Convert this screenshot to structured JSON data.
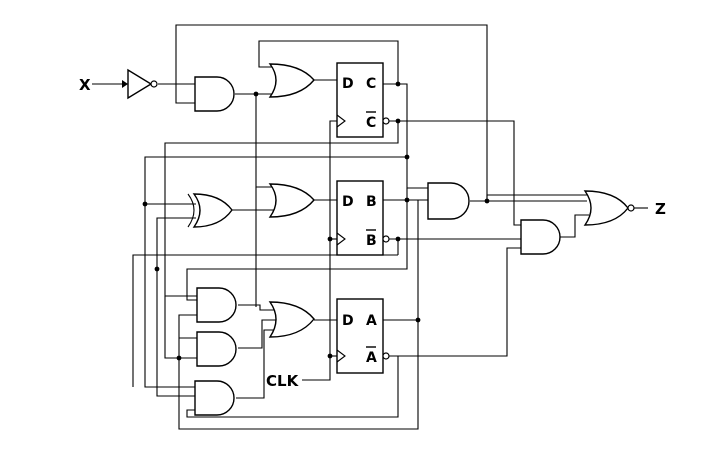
{
  "signals": {
    "input_x": "X",
    "output_z": "Z",
    "clock": "CLK"
  },
  "flip_flops": [
    {
      "id": "ff-c",
      "d": "D",
      "q": "C",
      "qbar": "C"
    },
    {
      "id": "ff-b",
      "d": "D",
      "q": "B",
      "qbar": "B"
    },
    {
      "id": "ff-a",
      "d": "D",
      "q": "A",
      "qbar": "A"
    }
  ]
}
